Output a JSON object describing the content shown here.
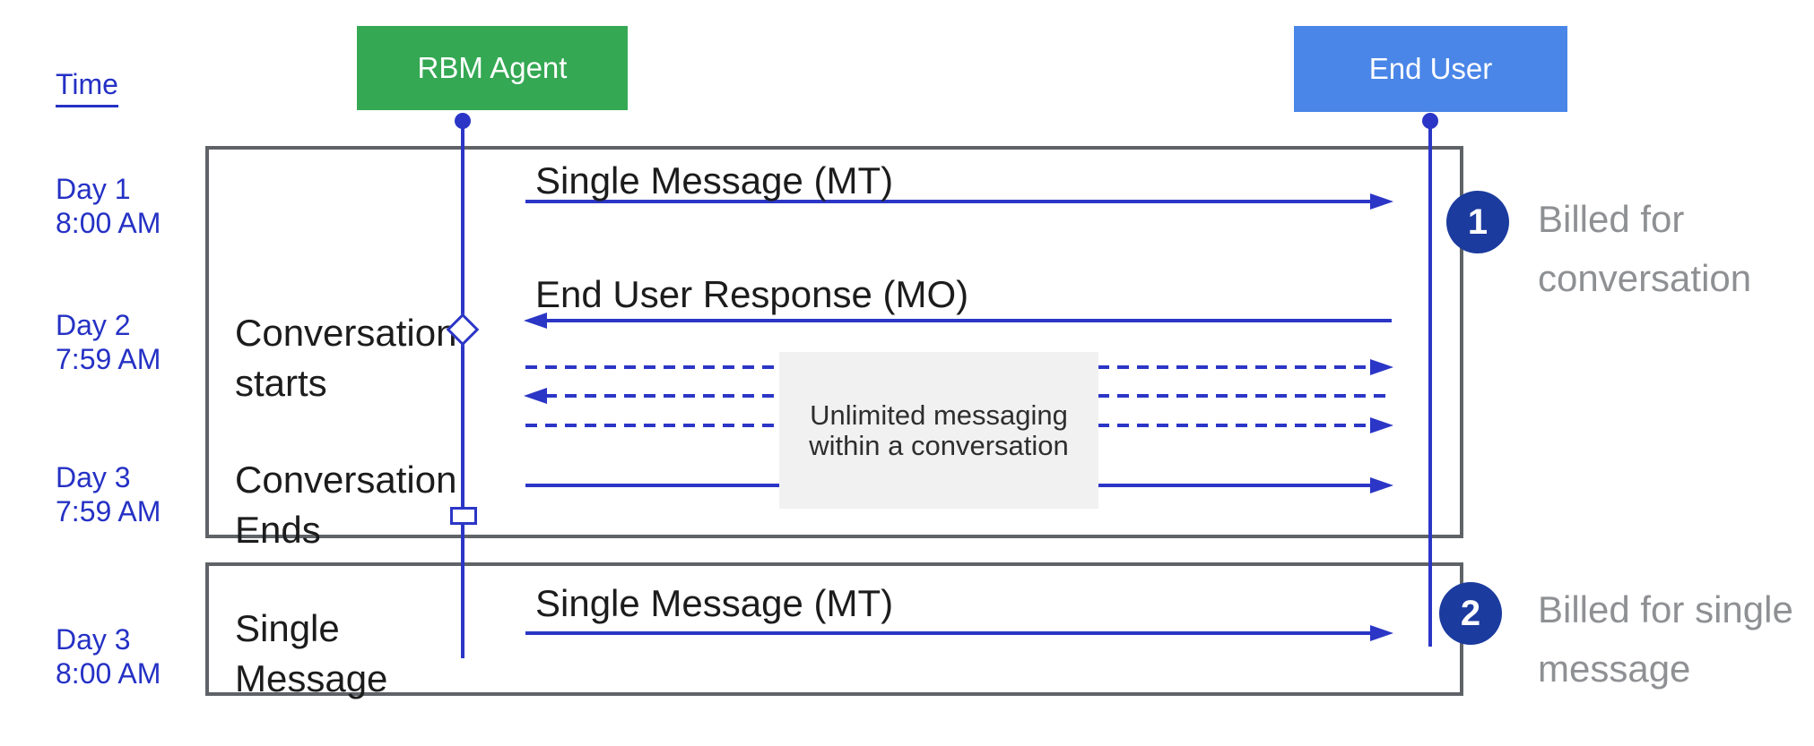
{
  "diagram": {
    "time_axis_label": "Time",
    "actors": [
      {
        "name": "RBM Agent",
        "color": "#34a853"
      },
      {
        "name": "End User",
        "color": "#4a86e8"
      }
    ],
    "time_labels": [
      {
        "day": "Day 1",
        "time": "8:00 AM"
      },
      {
        "day": "Day 2",
        "time": "7:59 AM"
      },
      {
        "day": "Day 3",
        "time": "7:59 AM"
      },
      {
        "day": "Day 3",
        "time": "8:00 AM"
      }
    ],
    "phase_labels": [
      {
        "line1": "Conversation",
        "line2": "starts"
      },
      {
        "line1": "Conversation",
        "line2": "Ends"
      },
      {
        "line1": "Single",
        "line2": "Message"
      }
    ],
    "messages": [
      {
        "label": "Single Message (MT)",
        "style": "solid",
        "direction": "right"
      },
      {
        "label": "End User Response (MO)",
        "style": "solid",
        "direction": "left"
      },
      {
        "label": "",
        "style": "dashed",
        "direction": "right"
      },
      {
        "label": "",
        "style": "dashed",
        "direction": "left"
      },
      {
        "label": "",
        "style": "dashed",
        "direction": "right"
      },
      {
        "label": "",
        "style": "solid",
        "direction": "right"
      },
      {
        "label": "Single Message (MT)",
        "style": "solid",
        "direction": "right"
      }
    ],
    "note": {
      "line1": "Unlimited messaging",
      "line2": "within a conversation"
    },
    "badges": [
      {
        "number": "1",
        "line1": "Billed for",
        "line2": "conversation"
      },
      {
        "number": "2",
        "line1": "Billed for single",
        "line2": "message"
      }
    ],
    "colors": {
      "agent_green": "#34a853",
      "end_user_blue": "#4a86e8",
      "line_blue": "#2b36c6",
      "time_text_blue": "#2531c5",
      "badge_navy": "#1b3b9e",
      "billed_gray": "#8e9093",
      "frame_border_gray": "#5f6368",
      "note_background": "#f1f1f2"
    }
  }
}
